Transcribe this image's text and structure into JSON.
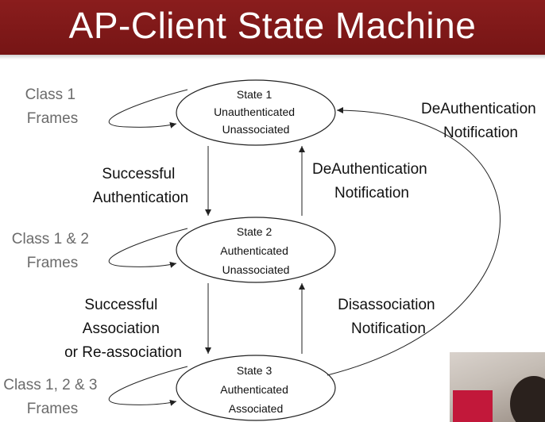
{
  "title": "AP-Client State Machine",
  "states": [
    {
      "id": "state-1",
      "lines": [
        "State 1",
        "Unauthenticated",
        "Unassociated"
      ]
    },
    {
      "id": "state-2",
      "lines": [
        "State 2",
        "Authenticated",
        "Unassociated"
      ]
    },
    {
      "id": "state-3",
      "lines": [
        "State 3",
        "Authenticated",
        "Associated"
      ]
    }
  ],
  "frames": [
    {
      "lines": [
        "Class 1",
        "Frames"
      ]
    },
    {
      "lines": [
        "Class 1 & 2",
        "Frames"
      ]
    },
    {
      "lines": [
        "Class 1, 2 & 3",
        "Frames"
      ]
    }
  ],
  "transitions": {
    "successful_authentication": [
      "Successful",
      "Authentication"
    ],
    "deauth_inner": [
      "DeAuthentication",
      "Notification"
    ],
    "deauth_outer": [
      "DeAuthentication",
      "Notification"
    ],
    "successful_association": [
      "Successful",
      "Association",
      "or Re-association"
    ],
    "disassociation": [
      "Disassociation",
      "Notification"
    ]
  },
  "colors": {
    "title_bar": "#7d1818",
    "title_text": "#ffffff",
    "frames_text": "#6b6b6b"
  }
}
